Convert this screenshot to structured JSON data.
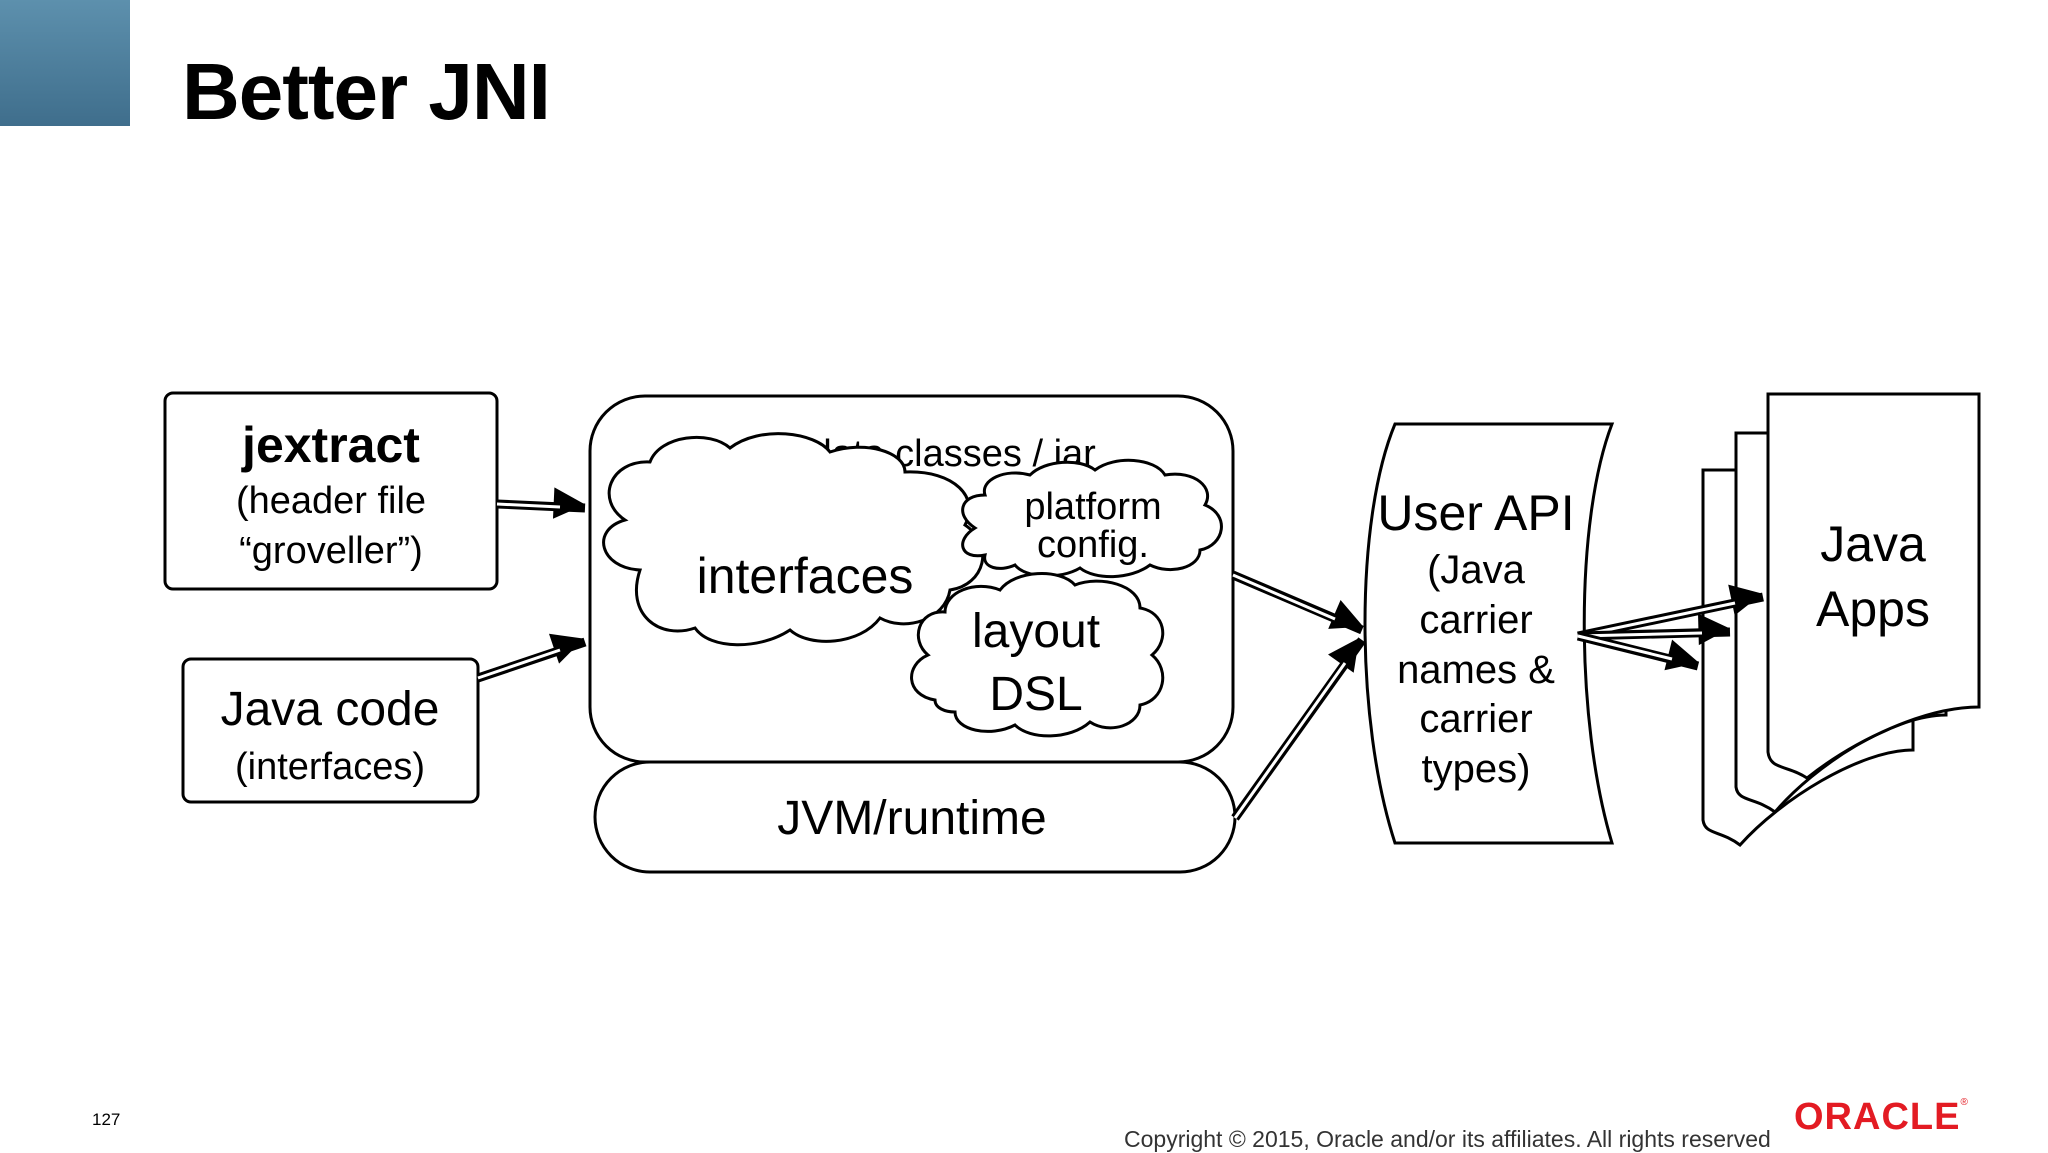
{
  "slide": {
    "title": "Better JNI",
    "page_number": "127",
    "copyright": "Copyright © 2015, Oracle and/or its affiliates. All rights reserved",
    "logo_text": "ORACLE",
    "accent_color": "#4d7f9c",
    "logo_color": "#e31b23"
  },
  "diagram": {
    "jextract": {
      "title": "jextract",
      "line1": "(header file",
      "line2": "“groveller”)"
    },
    "java_code": {
      "title": "Java code",
      "line1": "(interfaces)"
    },
    "metadata": {
      "label": "metadata classes / jar",
      "interfaces": "interfaces",
      "platform_line1": "platform",
      "platform_line2": "config.",
      "layout_line1": "layout",
      "layout_line2": "DSL"
    },
    "jvm": {
      "label": "JVM/runtime"
    },
    "user_api": {
      "title": "User API",
      "line1": "(Java",
      "line2": "carrier",
      "line3": "names &",
      "line4": "carrier",
      "line5": "types)"
    },
    "java_apps": {
      "line1": "Java",
      "line2": "Apps"
    }
  }
}
